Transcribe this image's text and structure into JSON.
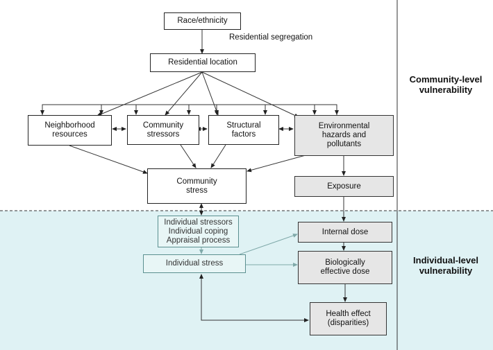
{
  "nodes": {
    "race": "Race/ethnicity",
    "residential_location": "Residential location",
    "neighborhood": [
      "Neighborhood",
      "resources"
    ],
    "community_stressors": [
      "Community",
      "stressors"
    ],
    "structural": [
      "Structural",
      "factors"
    ],
    "env_hazards": [
      "Environmental",
      "hazards and",
      "pollutants"
    ],
    "community_stress": [
      "Community",
      "stress"
    ],
    "exposure": "Exposure",
    "individual_factors": [
      "Individual stressors",
      "Individual coping",
      "Appraisal process"
    ],
    "internal_dose": "Internal dose",
    "individual_stress": "Individual stress",
    "bio_dose": [
      "Biologically",
      "effective dose"
    ],
    "health_effect": [
      "Health effect",
      "(disparities)"
    ]
  },
  "edge_label": "Residential segregation",
  "regions": {
    "community": [
      "Community-level",
      "vulnerability"
    ],
    "individual": [
      "Individual-level",
      "vulnerability"
    ]
  },
  "colors": {
    "individual_region_fill": "#dff2f4",
    "gray_box": "#e6e6e6",
    "teal_box": "#e8f6f6"
  }
}
